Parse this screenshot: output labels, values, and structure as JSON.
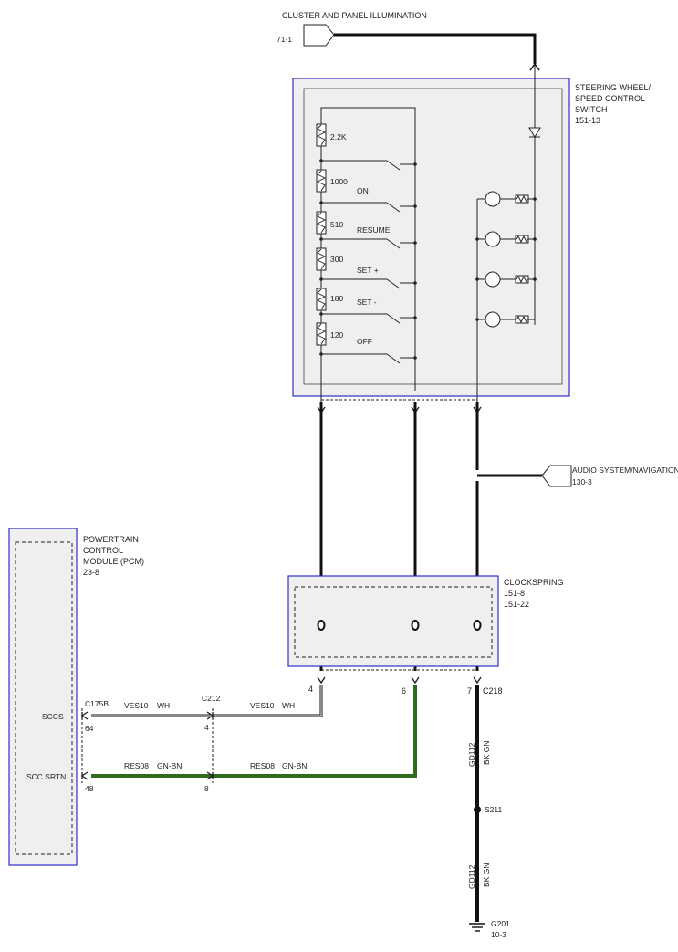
{
  "labels": {
    "cluster_title": "CLUSTER AND PANEL ILLUMINATION",
    "cluster_ref": "71-1",
    "sw_title_1": "STEERING WHEEL/",
    "sw_title_2": "SPEED CONTROL",
    "sw_title_3": "SWITCH",
    "sw_ref": "151-13",
    "audio_title": "AUDIO SYSTEM/NAVIGATION",
    "audio_ref": "130-3",
    "pcm_title_1": "POWERTRAIN",
    "pcm_title_2": "CONTROL",
    "pcm_title_3": "MODULE (PCM)",
    "pcm_ref": "23-8",
    "clock_title": "CLOCKSPRING",
    "clock_ref_1": "151-8",
    "clock_ref_2": "151-22",
    "pin_scc": "SCCS",
    "pin_sccrtn": "SCC SRTN",
    "conn_c175b": "C175B",
    "conn_c212": "C212",
    "conn_c218": "C218",
    "pin_64": "64",
    "pin_48": "48",
    "pin_4a": "4",
    "pin_8": "8",
    "pin_4b": "4",
    "pin_6": "6",
    "pin_7": "7",
    "w_ves_a": "VES10",
    "w_ves_a_col": "WH",
    "w_ves_b": "VES10",
    "w_ves_b_col": "WH",
    "w_res_a": "RES08",
    "w_res_a_col": "GN-BN",
    "w_res_b": "RES08",
    "w_res_b_col": "GN-BN",
    "gd_1": "GD112",
    "gd_1_col": "BK GN",
    "gd_2": "GD112",
    "gd_2_col": "BK GN",
    "splice": "S211",
    "ground": "G201",
    "ground_ref": "10-3"
  },
  "resistors": [
    {
      "value": "2.2K",
      "func": ""
    },
    {
      "value": "1000",
      "func": "ON"
    },
    {
      "value": "510",
      "func": "RESUME"
    },
    {
      "value": "300",
      "func": "SET +"
    },
    {
      "value": "180",
      "func": "SET -"
    },
    {
      "value": "120",
      "func": "OFF"
    }
  ],
  "colors": {
    "frame": "#3030c8",
    "fill": "#efefef",
    "wire": "#111111",
    "green": "#2e6b1a"
  }
}
